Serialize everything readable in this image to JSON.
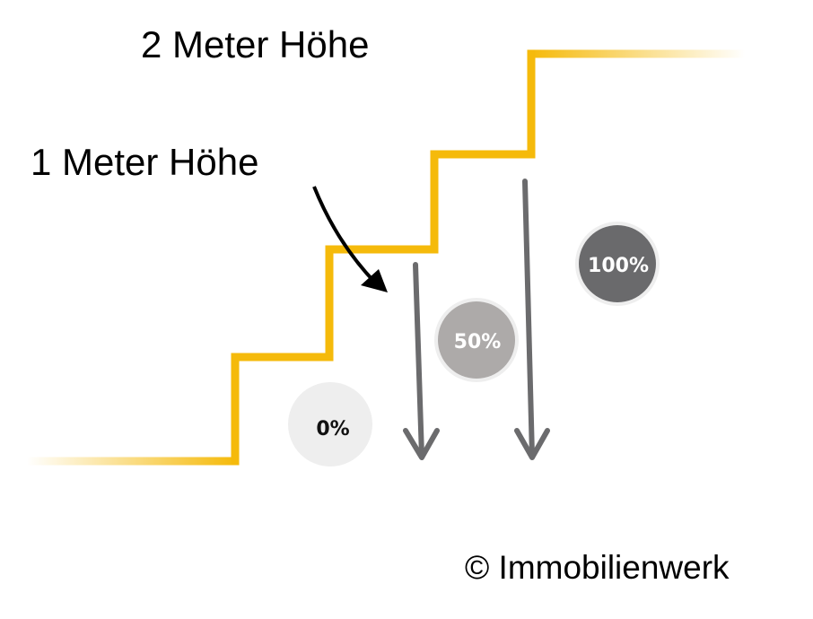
{
  "labels": {
    "two_meter": "2 Meter Höhe",
    "one_meter": "1 Meter Höhe",
    "copyright": "© Immobilienwerk"
  },
  "badges": [
    {
      "text": "0%",
      "fill": "#eeeeee",
      "text_color": "#111111"
    },
    {
      "text": "50%",
      "fill": "#adaaa9",
      "text_color": "#ffffff"
    },
    {
      "text": "100%",
      "fill": "#6a6a6c",
      "text_color": "#ffffff"
    }
  ],
  "colors": {
    "stairs": "#f5ba0b",
    "arrows": "#6b6b6d",
    "pointer": "#000000"
  }
}
